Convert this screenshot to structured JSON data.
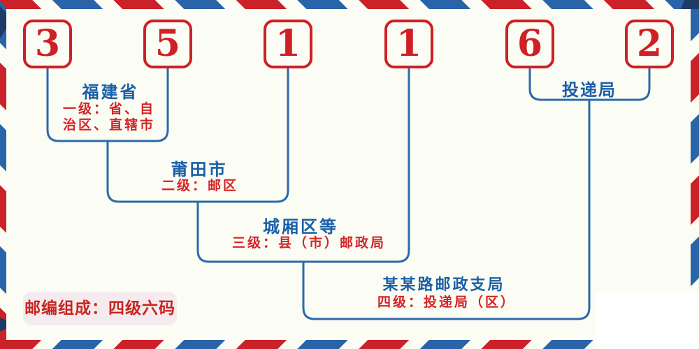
{
  "postal_code": {
    "digits": [
      "3",
      "5",
      "1",
      "1",
      "6",
      "2"
    ]
  },
  "levels": [
    {
      "name": "福建省",
      "desc_line1": "一级：省、自",
      "desc_line2": "治区、直辖市"
    },
    {
      "name": "莆田市",
      "desc": "二级：邮区"
    },
    {
      "name": "城厢区等",
      "desc": "三级：县（市）邮政局"
    },
    {
      "name": "某某路邮政支局",
      "desc": "四级：投递局（区）"
    },
    {
      "name": "投递局"
    }
  ],
  "badge": {
    "label": "邮编组成：四级六码"
  },
  "colors": {
    "stripe_red": "#cb2229",
    "stripe_blue": "#2a64a8",
    "corner_navy": "#1e3a66",
    "digit_red": "#ce2025",
    "label_blue": "#1a5fa8",
    "desc_red": "#d42428",
    "line_blue": "#2b6aab",
    "badge_bg": "#f5ebee",
    "badge_text": "#c9241f",
    "background": "#fbfcf3"
  }
}
